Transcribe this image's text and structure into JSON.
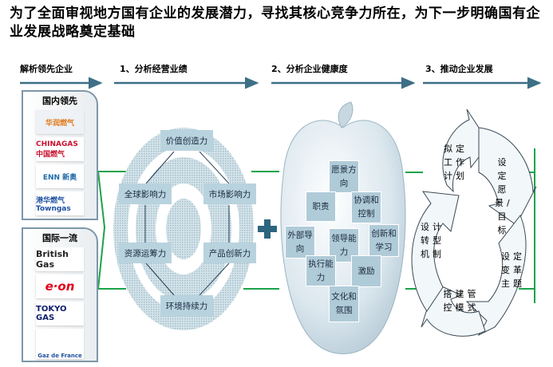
{
  "title": "为了全面审视地方国有企业的发展潜力，寻找其核心竞争力所在，为下一步明确国有企业发展战略奠定基础",
  "steps": [
    "解析领先企业",
    "1、分析经营业绩",
    "2、分析企业健康度",
    "3、推动企业发展"
  ],
  "domestic": {
    "heading": "国内领先",
    "logos": [
      "华润燃气",
      "CHINAGAS 中国燃气",
      "ENN 新奥",
      "港华燃气 Towngas"
    ]
  },
  "international": {
    "heading": "国际一流",
    "logos": [
      "British Gas",
      "e·on",
      "TOKYO GAS",
      "Gaz de France"
    ]
  },
  "performance": [
    "价值创造力",
    "全球影响力",
    "市场影响力",
    "资源运筹力",
    "产品创新力",
    "环境持续力"
  ],
  "health": [
    "愿景方向",
    "职责",
    "协调和控制",
    "外部导向",
    "领导能力",
    "创新和学习",
    "执行能力",
    "激励",
    "文化和氛围"
  ],
  "cycle": [
    "拟定工作计划",
    "设定愿景/目标",
    "设定变革主题",
    "搭建管控模式",
    "设计转型机制"
  ],
  "colors": {
    "arrow": "#3d6f86",
    "bracket": "#1aa34a",
    "box": "#b8d3de"
  }
}
